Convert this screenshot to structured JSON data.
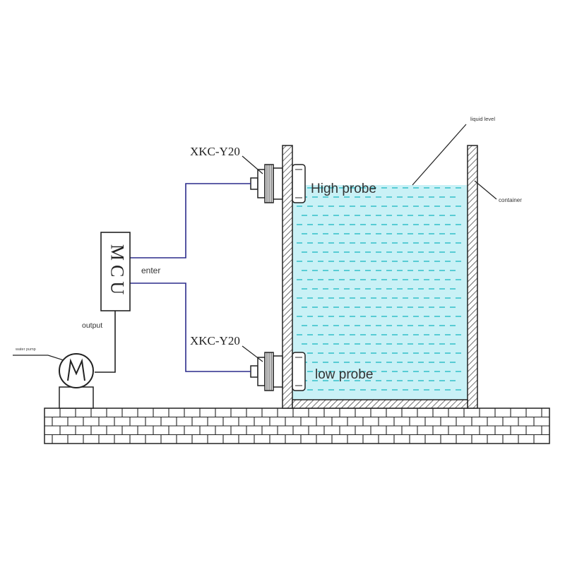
{
  "labels": {
    "liquid_level": "liquid level",
    "container": "container",
    "high_probe": "High probe",
    "low_probe": "low probe",
    "sensor_top": "XKC-Y20",
    "sensor_bottom": "XKC-Y20",
    "mcu": "MCU",
    "enter": "enter",
    "output": "output",
    "water_pump": "water pump"
  },
  "colors": {
    "water": "#c9f1f6",
    "water_dash": "#3cc3cc",
    "wire": "#2b2b8c",
    "line": "#222222",
    "hatch": "#333333"
  }
}
